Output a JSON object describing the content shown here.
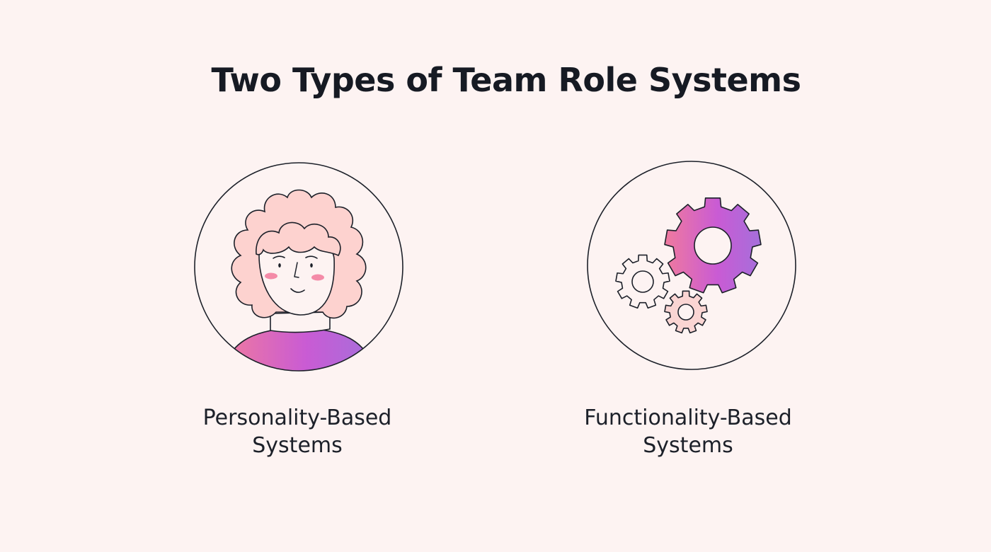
{
  "title": "Two Types of Team Role Systems",
  "cards": [
    {
      "icon": "person-icon",
      "label_line1": "Personality-Based",
      "label_line2": "Systems"
    },
    {
      "icon": "gears-icon",
      "label_line1": "Functionality-Based",
      "label_line2": "Systems"
    }
  ],
  "colors": {
    "background": "#fdf3f2",
    "text": "#181c25",
    "gradient_start": "#f07a9e",
    "gradient_mid": "#c95bd4",
    "gradient_end": "#a56fdb",
    "hair": "#fdd2cf",
    "cheeks": "#f48ba8"
  }
}
